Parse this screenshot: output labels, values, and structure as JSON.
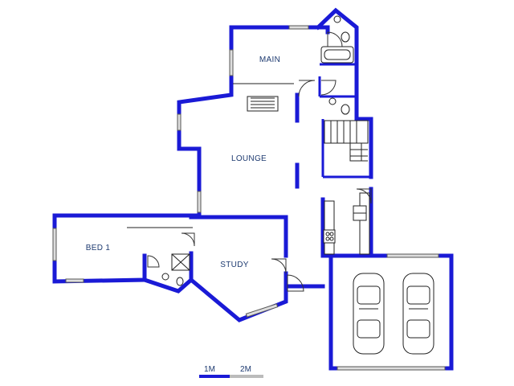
{
  "rooms": {
    "main": "MAIN",
    "lounge": "LOUNGE",
    "bed1": "BED 1",
    "study": "STUDY"
  },
  "scale": {
    "label_1": "1M",
    "label_2": "2M"
  },
  "colors": {
    "wall": "#1a1ad6",
    "label": "#1d3a70"
  }
}
